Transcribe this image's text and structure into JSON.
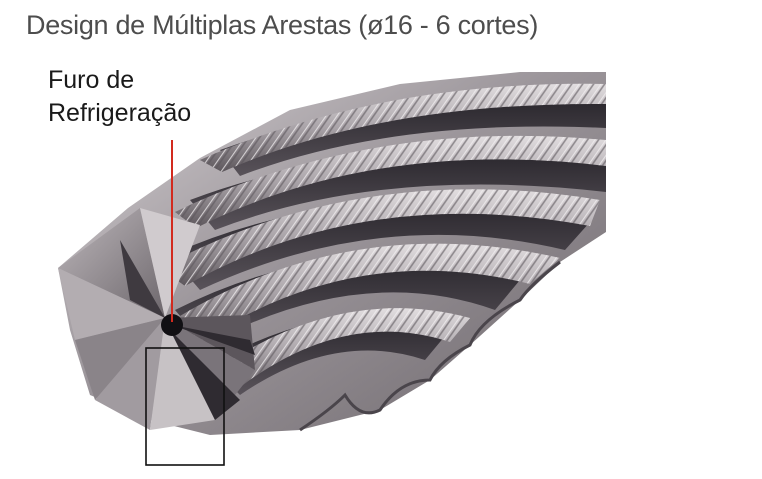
{
  "title": "Design de Múltiplas Arestas (ø16 - 6 cortes)",
  "callout": {
    "line1": "Furo de",
    "line2": "Refrigeração",
    "leader_color": "#d22a1e"
  },
  "colors": {
    "tool_light": "#c8c3c6",
    "tool_mid": "#8f898e",
    "tool_dark": "#3e3a3f",
    "flute_dark": "#26232a"
  },
  "parts": [
    "cutting-tool-body",
    "helical-flutes",
    "serrated-cutting-edges",
    "coolant-hole",
    "detail-box"
  ]
}
